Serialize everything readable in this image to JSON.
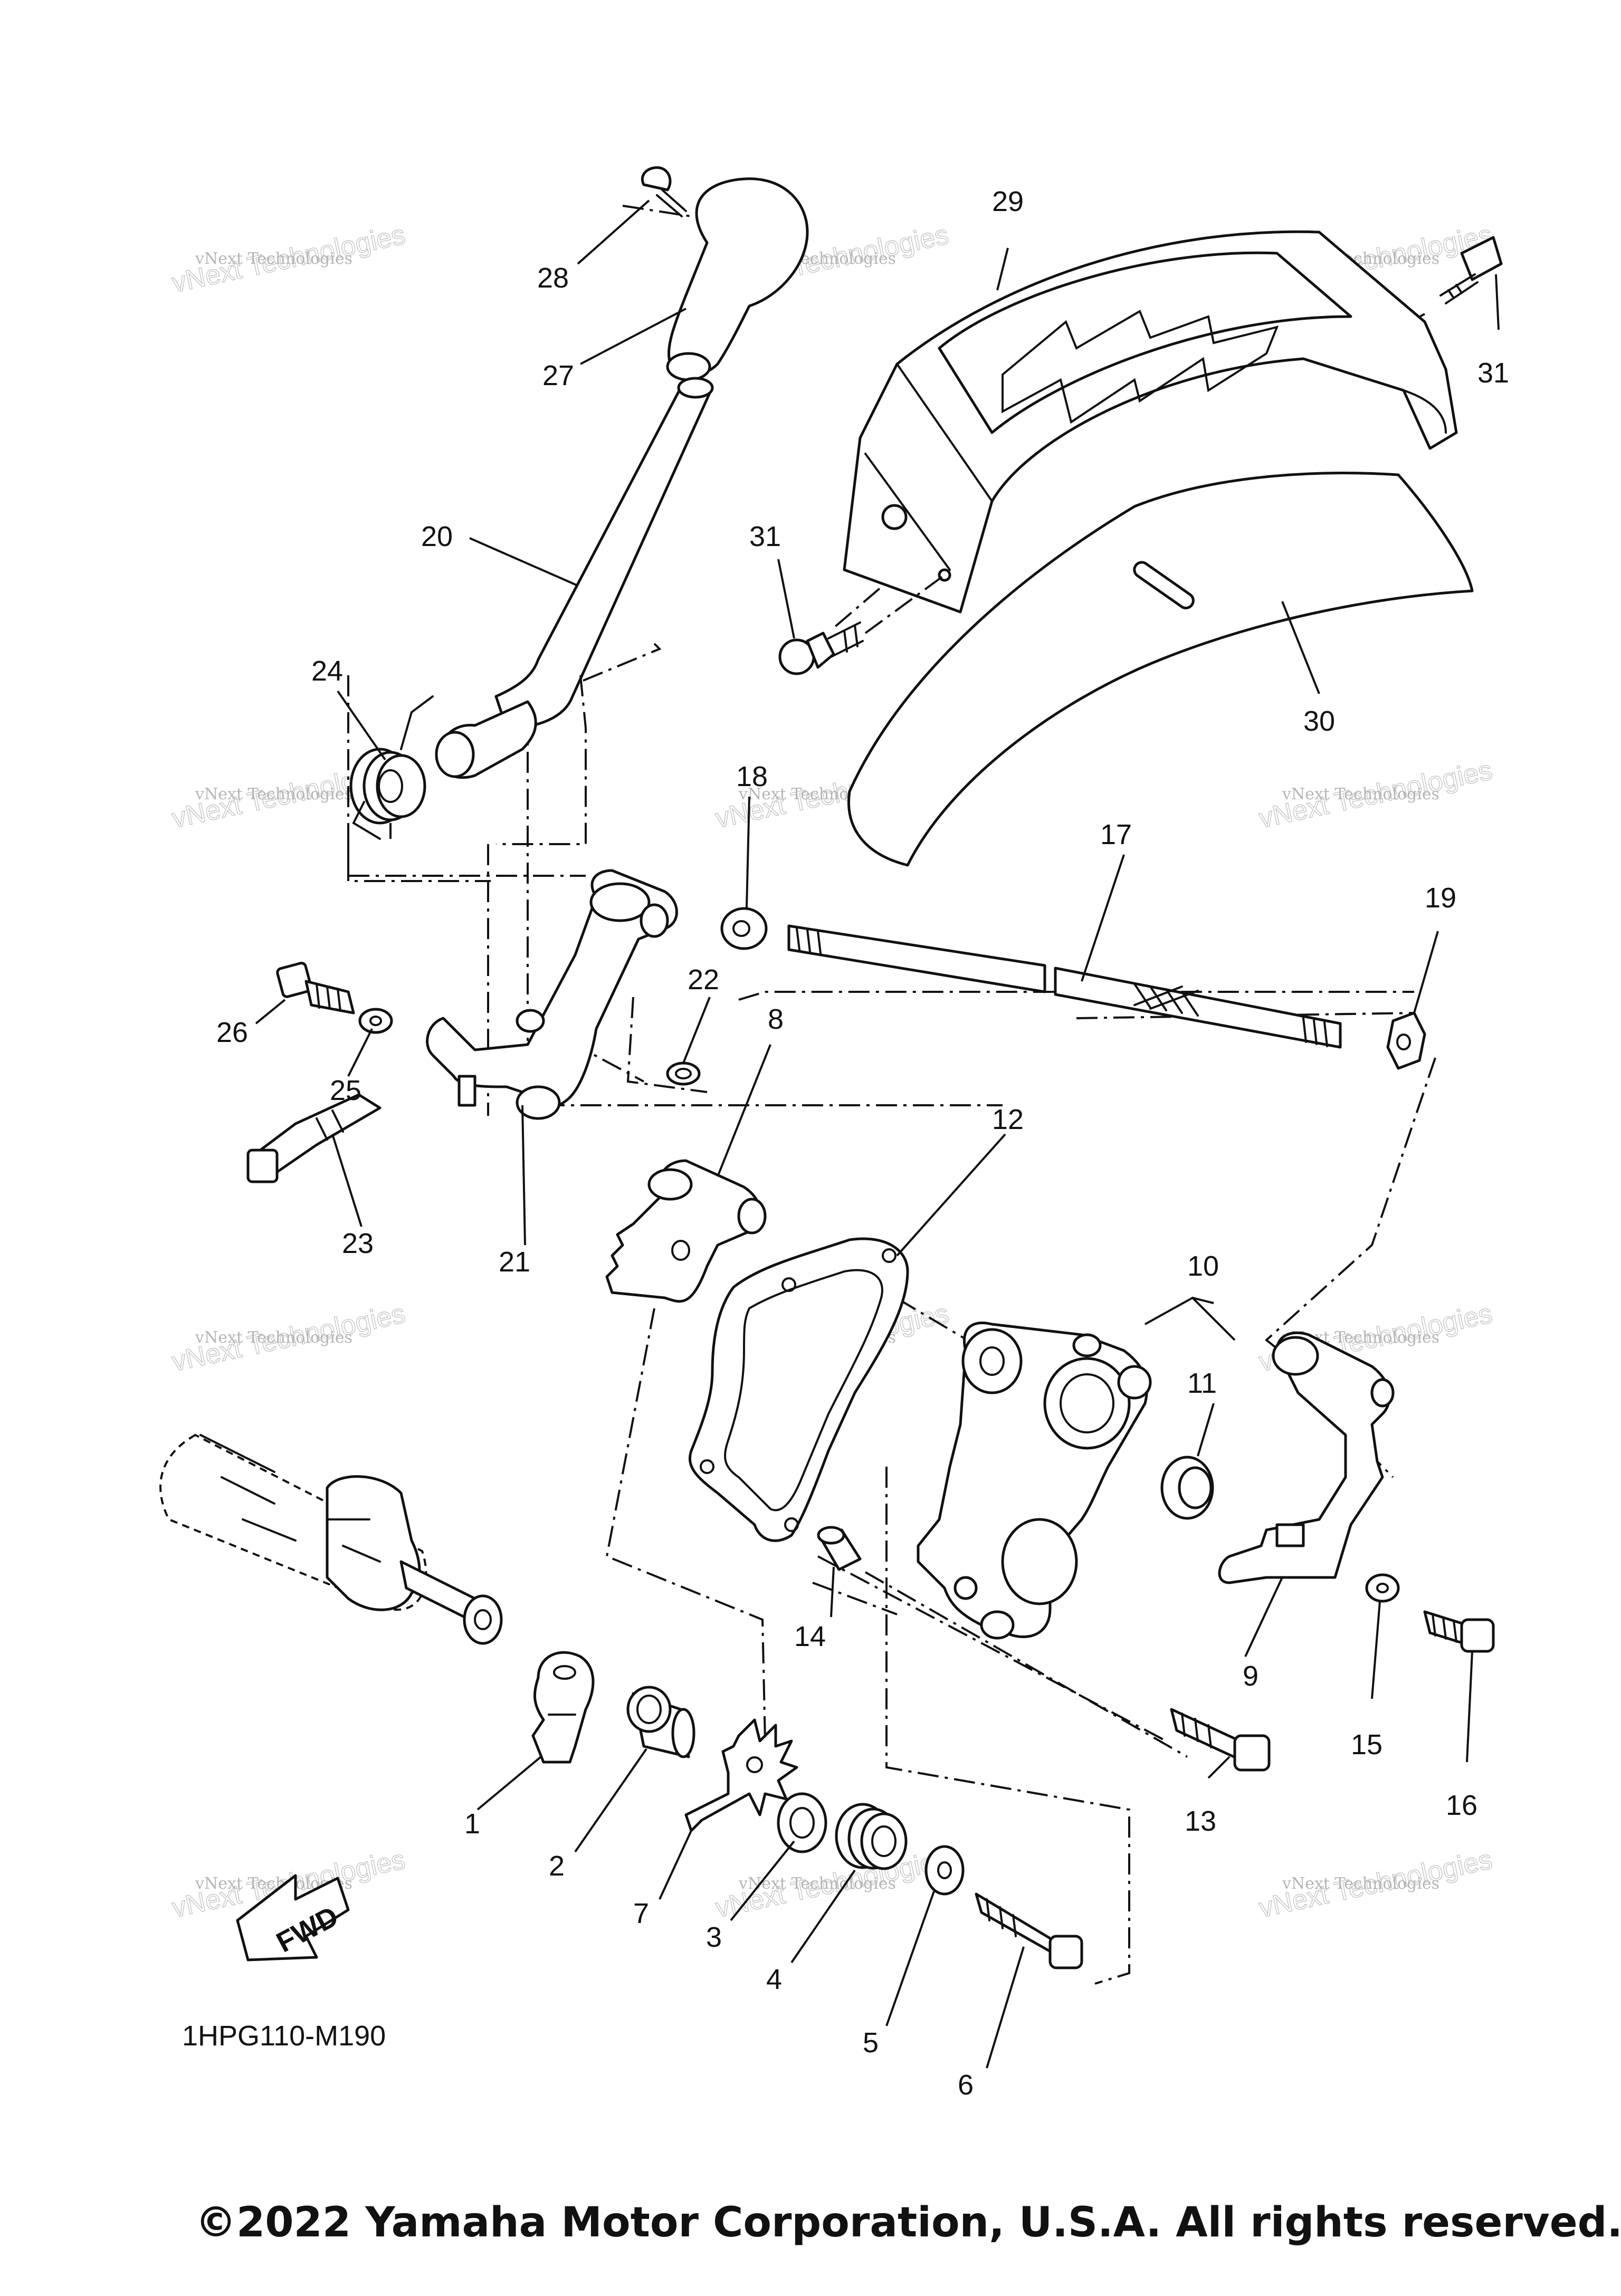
{
  "part_labels": [
    {
      "id": "1",
      "text": "1"
    },
    {
      "id": "2",
      "text": "2"
    },
    {
      "id": "3",
      "text": "3"
    },
    {
      "id": "4",
      "text": "4"
    },
    {
      "id": "5",
      "text": "5"
    },
    {
      "id": "6",
      "text": "6"
    },
    {
      "id": "7",
      "text": "7"
    },
    {
      "id": "8",
      "text": "8"
    },
    {
      "id": "9",
      "text": "9"
    },
    {
      "id": "10",
      "text": "10"
    },
    {
      "id": "11",
      "text": "11"
    },
    {
      "id": "12",
      "text": "12"
    },
    {
      "id": "13",
      "text": "13"
    },
    {
      "id": "14",
      "text": "14"
    },
    {
      "id": "15",
      "text": "15"
    },
    {
      "id": "16",
      "text": "16"
    },
    {
      "id": "17",
      "text": "17"
    },
    {
      "id": "18",
      "text": "18"
    },
    {
      "id": "19",
      "text": "19"
    },
    {
      "id": "20",
      "text": "20"
    },
    {
      "id": "21",
      "text": "21"
    },
    {
      "id": "22",
      "text": "22"
    },
    {
      "id": "23",
      "text": "23"
    },
    {
      "id": "24",
      "text": "24"
    },
    {
      "id": "25",
      "text": "25"
    },
    {
      "id": "26",
      "text": "26"
    },
    {
      "id": "27",
      "text": "27"
    },
    {
      "id": "28",
      "text": "28"
    },
    {
      "id": "29",
      "text": "29"
    },
    {
      "id": "30",
      "text": "30"
    },
    {
      "id": "31a",
      "text": "31"
    },
    {
      "id": "31b",
      "text": "31"
    }
  ],
  "watermark": {
    "line1": "vNext Technologies",
    "line2": "vNext Technologies"
  },
  "fwd_label": "FWD",
  "ref_code": "1HPG110-M190",
  "copyright": "©2022 Yamaha Motor Corporation, U.S.A. All rights reserved."
}
